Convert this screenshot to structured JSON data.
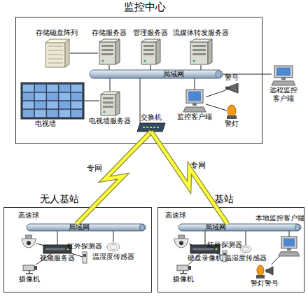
{
  "diagram": {
    "nodes": [
      {
        "text": [
          "监控中心"
        ]
      },
      {
        "text": [
          "存储磁盘阵列"
        ],
        "in": 0
      },
      {
        "text": [
          "存储服务器"
        ],
        "in": 0
      },
      {
        "text": [
          "管理服务器"
        ],
        "in": 0
      },
      {
        "text": [
          "流媒体转发服务器"
        ],
        "in": 0
      },
      {
        "text": [
          "局域网"
        ],
        "in": 0
      },
      {
        "text": [
          "电视墙"
        ],
        "in": 0
      },
      {
        "text": [
          "电视墙服务器"
        ],
        "in": 0
      },
      {
        "text": [
          "交换机"
        ],
        "in": 0
      },
      {
        "text": [
          "警号"
        ],
        "in": 0
      },
      {
        "text": [
          "监控客户端"
        ],
        "in": 0
      },
      {
        "text": [
          "警灯"
        ],
        "in": 0
      },
      {
        "text": [
          "远程监控 客户端"
        ]
      },
      {
        "text": [
          "无人基站"
        ]
      },
      {
        "text": [
          "局域网"
        ],
        "in": 13
      },
      {
        "text": [
          "高速球"
        ],
        "in": 13
      },
      {
        "text": [
          "视频服务器"
        ],
        "in": 13
      },
      {
        "text": [
          "红外探测器"
        ],
        "in": 13
      },
      {
        "text": [
          "温湿度传感器"
        ],
        "in": 13
      },
      {
        "text": [
          "摄像机"
        ],
        "in": 13
      },
      {
        "text": [
          "基站"
        ]
      },
      {
        "text": [
          "局域网"
        ],
        "in": 20
      },
      {
        "text": [
          "高速球"
        ],
        "in": 20
      },
      {
        "text": [
          "本地监控客户端"
        ],
        "in": 20
      },
      {
        "text": [
          "硬盘录像机"
        ],
        "in": 20
      },
      {
        "text": [
          "红外探测器"
        ],
        "in": 20
      },
      {
        "text": [
          "温湿度传感器"
        ],
        "in": 20
      },
      {
        "text": [
          "摄像机"
        ],
        "in": 20
      },
      {
        "text": [
          "警灯警号"
        ],
        "in": 20
      }
    ],
    "edges": [
      {
        "from": 1,
        "to": 2,
        "arrow": "none"
      },
      {
        "from": 2,
        "to": 5,
        "arrow": "none"
      },
      {
        "from": 3,
        "to": 5,
        "arrow": "none"
      },
      {
        "from": 4,
        "to": 5,
        "arrow": "none"
      },
      {
        "from": 6,
        "to": 7,
        "arrow": "none"
      },
      {
        "from": 7,
        "to": 5,
        "arrow": "none"
      },
      {
        "from": 8,
        "to": 5,
        "arrow": "none"
      },
      {
        "from": 10,
        "to": 5,
        "arrow": "none"
      },
      {
        "from": 9,
        "to": 10,
        "arrow": "none"
      },
      {
        "from": 11,
        "to": 10,
        "arrow": "none"
      },
      {
        "from": 5,
        "to": 12,
        "arrow": "none"
      },
      {
        "from": 8,
        "to": 14,
        "label": "专网",
        "arrow": "none"
      },
      {
        "from": 8,
        "to": 21,
        "label": "专网",
        "arrow": "none"
      },
      {
        "from": 15,
        "to": 16,
        "arrow": "none"
      },
      {
        "from": 19,
        "to": 16,
        "arrow": "none"
      },
      {
        "from": 17,
        "to": 16,
        "arrow": "none"
      },
      {
        "from": 16,
        "to": 14,
        "arrow": "none"
      },
      {
        "from": 18,
        "to": 14,
        "arrow": "none"
      },
      {
        "from": 22,
        "to": 24,
        "arrow": "none"
      },
      {
        "from": 27,
        "to": 24,
        "arrow": "none"
      },
      {
        "from": 25,
        "to": 24,
        "arrow": "none"
      },
      {
        "from": 24,
        "to": 21,
        "arrow": "none"
      },
      {
        "from": 26,
        "to": 21,
        "arrow": "none"
      },
      {
        "from": 23,
        "to": 21,
        "arrow": "none"
      },
      {
        "from": 28,
        "to": 23,
        "arrow": "none"
      }
    ]
  }
}
